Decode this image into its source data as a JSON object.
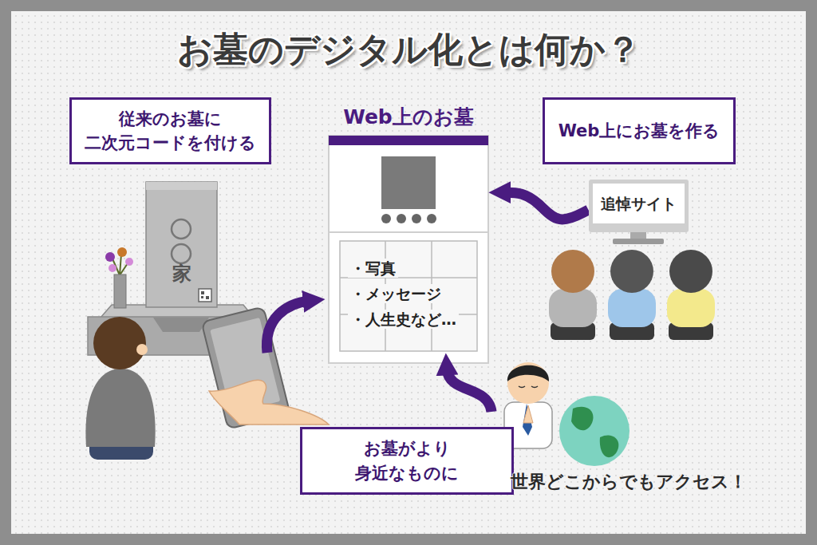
{
  "diagram": {
    "title": "お墓のデジタル化とは何か？",
    "nodes": [
      {
        "text": [
          "従来のお墓に 二次元コードを付ける"
        ]
      },
      {
        "text": [
          "Web上のお墓",
          "・写真",
          "・メッセージ",
          "・人生史など…"
        ]
      },
      {
        "text": [
          "Web上にお墓を作る"
        ]
      },
      {
        "text": [
          "追悼サイト"
        ]
      },
      {
        "text": [
          "家"
        ]
      },
      {
        "text": [
          "お墓がより 身近なものに"
        ]
      }
    ],
    "edges": [
      {
        "from": 3,
        "to": 1,
        "arrow": "to"
      }
    ],
    "labels": [
      "世界どこからでもアクセス！"
    ]
  }
}
